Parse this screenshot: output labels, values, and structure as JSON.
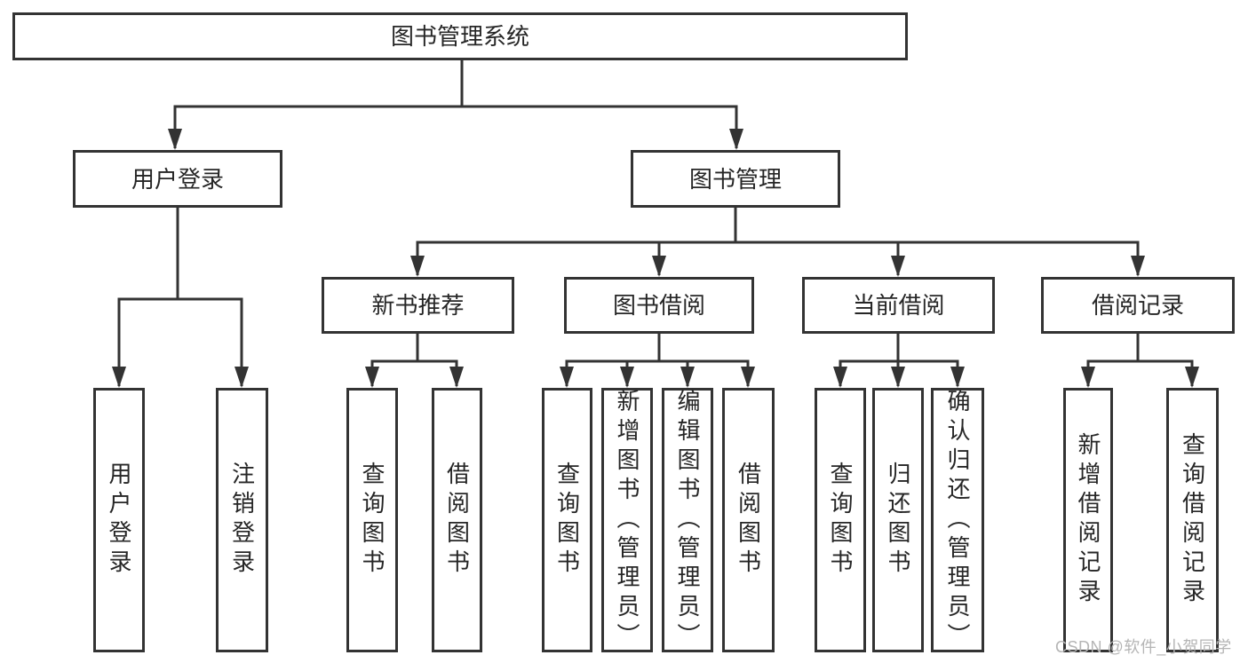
{
  "tree": {
    "label": "图书管理系统",
    "children": [
      {
        "label": "用户登录",
        "children": [
          {
            "label": "用户登录"
          },
          {
            "label": "注销登录"
          }
        ]
      },
      {
        "label": "图书管理",
        "children": [
          {
            "label": "新书推荐",
            "children": [
              {
                "label": "查询图书"
              },
              {
                "label": "借阅图书"
              }
            ]
          },
          {
            "label": "图书借阅",
            "children": [
              {
                "label": "查询图书"
              },
              {
                "label": "新增图书（管理员）"
              },
              {
                "label": "编辑图书（管理员）"
              },
              {
                "label": "借阅图书"
              }
            ]
          },
          {
            "label": "当前借阅",
            "children": [
              {
                "label": "查询图书"
              },
              {
                "label": "归还图书"
              },
              {
                "label": "确认归还（管理员）"
              }
            ]
          },
          {
            "label": "借阅记录",
            "children": [
              {
                "label": "新增借阅记录"
              },
              {
                "label": "查询借阅记录"
              }
            ]
          }
        ]
      }
    ]
  },
  "watermark": "CSDN @软件_小贺同学",
  "colors": {
    "line": "#333333",
    "text": "#262626",
    "background": "#ffffff",
    "watermark": "#b5b5b5"
  }
}
